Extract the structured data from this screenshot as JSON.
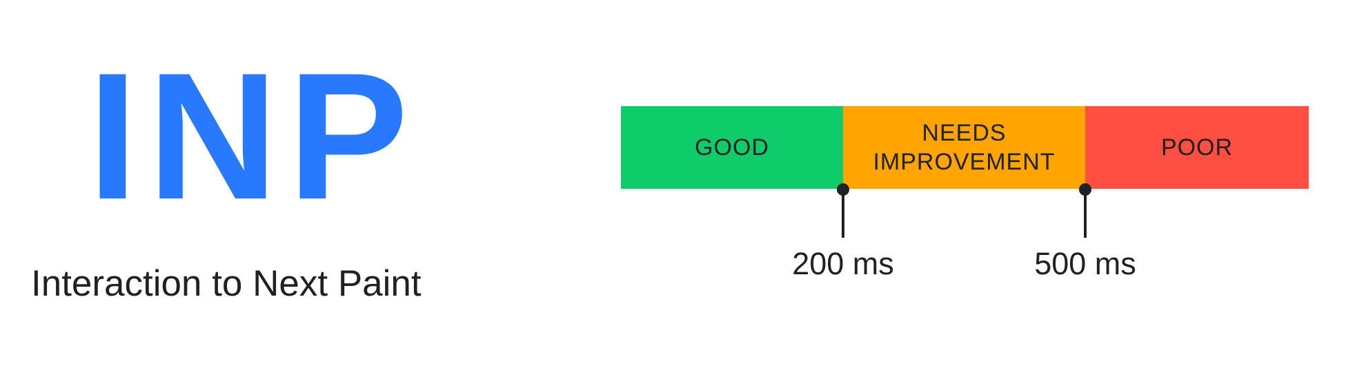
{
  "metric": {
    "acronym": "INP",
    "name": "Interaction to Next Paint",
    "accent_color": "#2979ff"
  },
  "scale": {
    "segments": [
      {
        "label": "GOOD",
        "color": "#0fcc6b"
      },
      {
        "label": "NEEDS\nIMPROVEMENT",
        "color": "#ffa400"
      },
      {
        "label": "POOR",
        "color": "#ff4e42"
      }
    ],
    "thresholds": [
      {
        "label": "200 ms"
      },
      {
        "label": "500 ms"
      }
    ]
  }
}
